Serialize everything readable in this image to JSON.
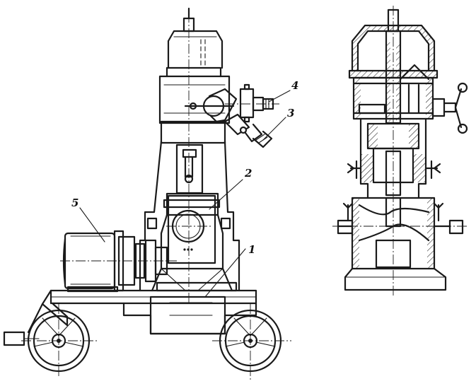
{
  "figure": {
    "callouts": [
      {
        "id": "1",
        "label": "1"
      },
      {
        "id": "2",
        "label": "2"
      },
      {
        "id": "3",
        "label": "3"
      },
      {
        "id": "4",
        "label": "4"
      },
      {
        "id": "5",
        "label": "5"
      }
    ]
  },
  "colors": {
    "ink": "#1a1a1a",
    "paper": "#ffffff"
  }
}
